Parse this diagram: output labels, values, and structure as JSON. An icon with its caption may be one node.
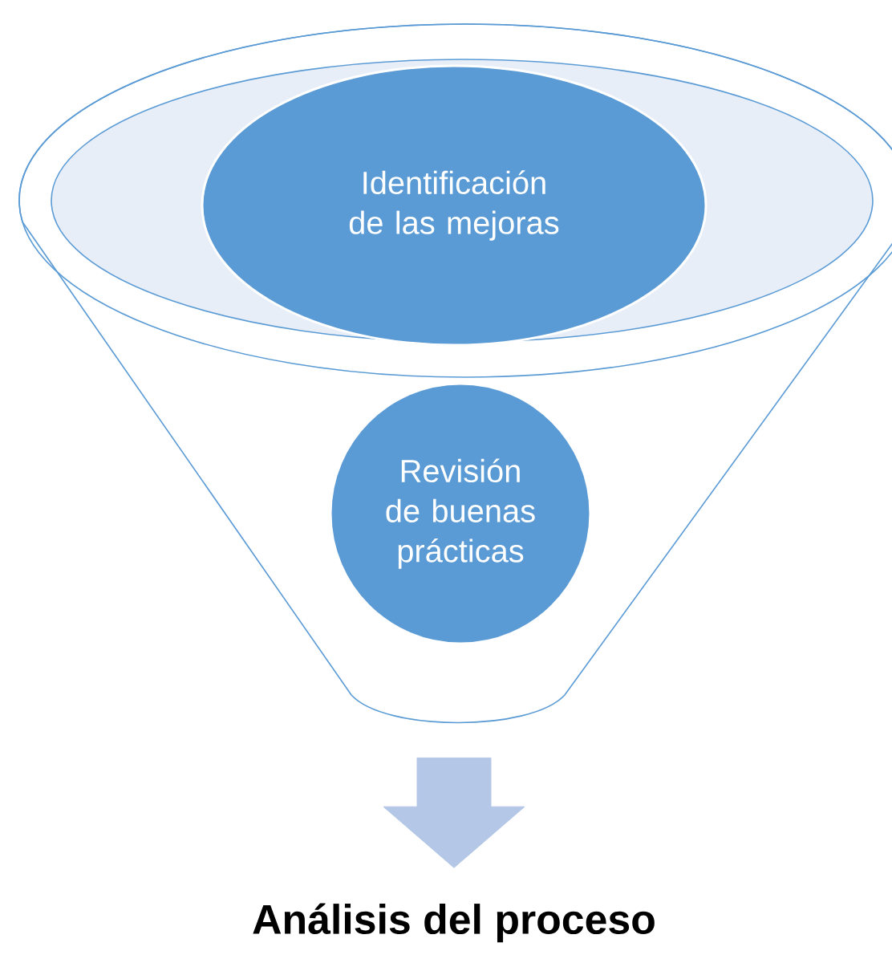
{
  "diagram": {
    "nodes": [
      {
        "text": [],
        "shape": "funnel"
      },
      {
        "text": [
          "Identificación de las mejoras"
        ],
        "in": 0
      },
      {
        "text": [
          "Revisión de buenas prácticas"
        ],
        "in": 0
      },
      {
        "text": [
          "Análisis del proceso"
        ]
      }
    ],
    "edges": [
      {
        "from": 0,
        "to": 3,
        "arrow": "to",
        "style": "thick"
      }
    ]
  }
}
